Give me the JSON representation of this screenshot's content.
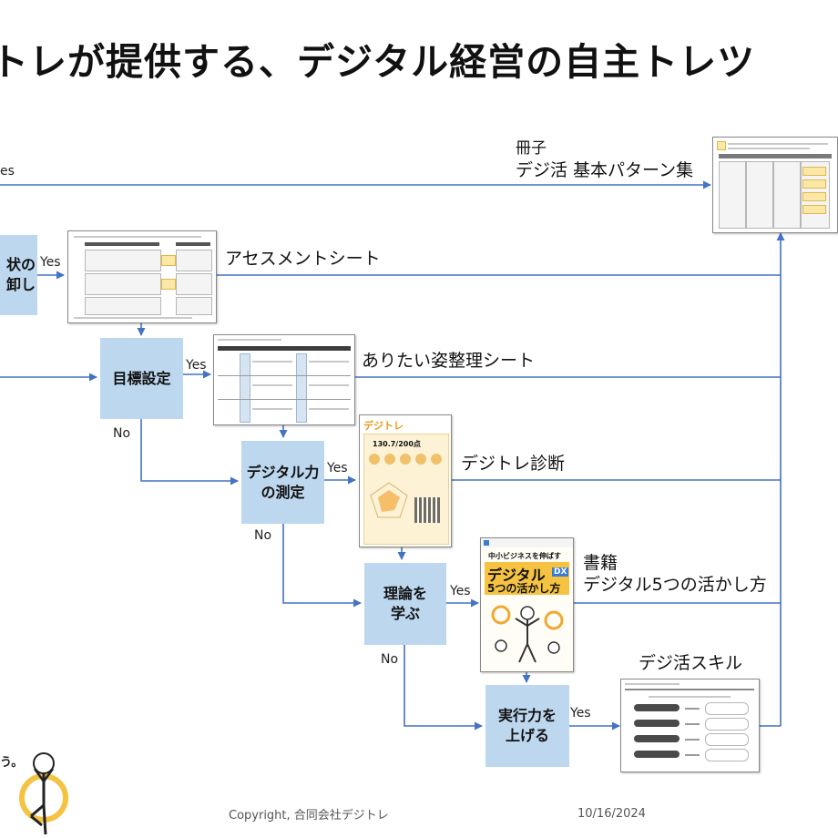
{
  "header": {
    "title": "トレが提供する、デジタル経営の自主トレツ"
  },
  "flow": {
    "top_yes_label": "es",
    "steps": [
      {
        "label_line1": "状の",
        "label_line2": "卸し"
      },
      {
        "label_line1": "目標設定",
        "label_line2": ""
      },
      {
        "label_line1": "デジタル力",
        "label_line2": "の測定"
      },
      {
        "label_line1": "理論を",
        "label_line2": "学ぶ"
      },
      {
        "label_line1": "実行力を",
        "label_line2": "上げる"
      }
    ],
    "yes_label": "Yes",
    "no_label": "No"
  },
  "outputs": {
    "pattern_book_line1": "冊子",
    "pattern_book_line2": "デジ活 基本パターン集",
    "assessment": "アセスメントシート",
    "ideal": "ありたい姿整理シート",
    "diagnosis": "デジトレ診断",
    "book_line1": "書籍",
    "book_line2": "デジタル5つの活かし方",
    "skill": "デジ活スキル"
  },
  "thumbnails": {
    "diagnosis_logo": "デジトレ",
    "diagnosis_score": "130.7/200点",
    "book_header": "中小ビジネスを伸ばす",
    "book_title_line1": "デジタル",
    "book_title_line2": "5つの活かし方",
    "book_badge": "DX"
  },
  "mascot": {
    "speech": "う。"
  },
  "footer": {
    "copyright": "Copyright, 合同会社デジトレ",
    "date": "10/16/2024"
  },
  "colors": {
    "box_fill": "#bdd7ee",
    "arrow": "#4472c4",
    "accent_yellow": "#f5c242"
  }
}
